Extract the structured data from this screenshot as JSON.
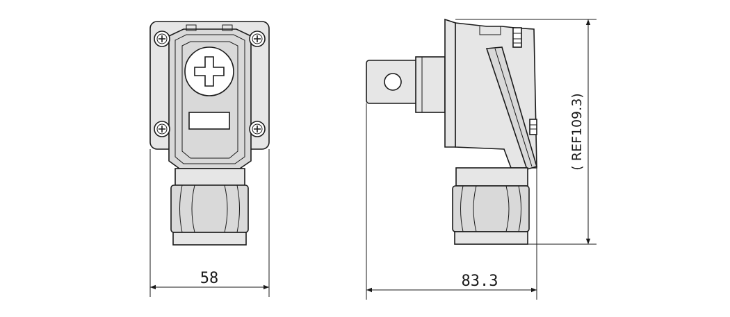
{
  "drawing": {
    "dimensions": {
      "front_width_label": "58",
      "side_width_label": "83.3",
      "height_label": "( REF109.3)"
    },
    "views": [
      "front-view",
      "side-view"
    ],
    "colors": {
      "line": "#1a1a1a",
      "body_fill": "#e6e6e6",
      "background": "#ffffff"
    }
  }
}
